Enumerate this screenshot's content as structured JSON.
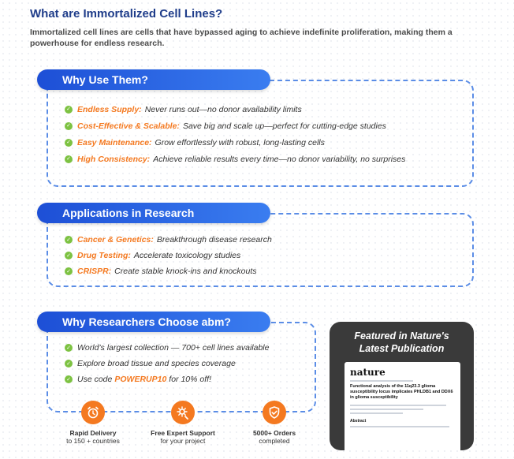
{
  "intro": {
    "title": "What are Immortalized Cell Lines?",
    "description": "Immortalized cell lines are cells that have bypassed aging to achieve indefinite proliferation, making them a powerhouse for endless research."
  },
  "why": {
    "heading": "Why Use Them?",
    "items": [
      {
        "term": "Endless Supply:",
        "text": "Never runs out—no donor availability limits"
      },
      {
        "term": "Cost-Effective & Scalable:",
        "text": "Save big and scale up—perfect for cutting-edge studies"
      },
      {
        "term": "Easy Maintenance:",
        "text": "Grow effortlessly with robust, long-lasting cells"
      },
      {
        "term": "High Consistency:",
        "text": "Achieve reliable results every time—no donor variability, no surprises"
      }
    ]
  },
  "applications": {
    "heading": "Applications in Research",
    "items": [
      {
        "term": "Cancer & Genetics:",
        "text": "Breakthrough disease research"
      },
      {
        "term": "Drug Testing:",
        "text": "Accelerate toxicology studies"
      },
      {
        "term": "CRISPR:",
        "text": "Create stable knock-ins and knockouts"
      }
    ]
  },
  "choose": {
    "heading": "Why Researchers Choose abm?",
    "items": [
      "World’s largest collection — 700+ cell lines available",
      "Explore broad tissue and species coverage"
    ],
    "promo_prefix": "Use code",
    "promo_code": "POWERUP10",
    "promo_suffix": "for 10% off!"
  },
  "features": [
    {
      "icon": "alarm-clock-icon",
      "line1": "Rapid Delivery",
      "line2": "to 150 + countries"
    },
    {
      "icon": "gear-support-icon",
      "line1": "Free Expert Support",
      "line2": "for your project"
    },
    {
      "icon": "shield-check-icon",
      "line1": "5000+ Orders",
      "line2": "completed"
    }
  ],
  "nature": {
    "title_line1": "Featured in Nature's",
    "title_line2": "Latest Publication",
    "logo": "nature",
    "paper_title": "Functional analysis of the 11q23.3 glioma susceptibility locus implicates PHLDB1 and DDX6 in glioma susceptibility",
    "abstract_label": "Abstract"
  },
  "colors": {
    "accent_blue": "#1d4fd6",
    "accent_orange": "#f47920",
    "check_green": "#7dc242",
    "card_dark": "#3a3a3a"
  }
}
